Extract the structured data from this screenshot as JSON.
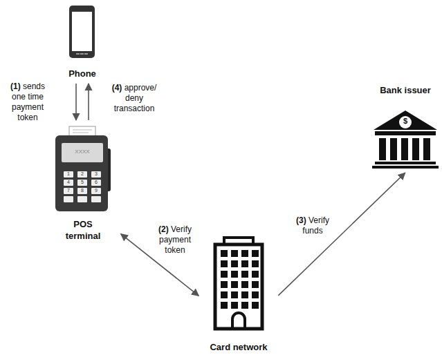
{
  "diagram": {
    "nodes": [
      {
        "text": [
          "Phone"
        ]
      },
      {
        "text": [
          "POS terminal"
        ]
      },
      {
        "text": [
          "Card network"
        ]
      },
      {
        "text": [
          "Bank issuer"
        ]
      }
    ],
    "edges": [
      {
        "from": 0,
        "to": 1,
        "label": "(1) sends one time payment token",
        "arrow": "to"
      },
      {
        "from": 1,
        "to": 0,
        "label": "(4) approve/ deny transaction",
        "arrow": "to"
      },
      {
        "from": 1,
        "to": 2,
        "label": "(2) Verify payment token",
        "arrow": "both"
      },
      {
        "from": 2,
        "to": 3,
        "label": "(3) Verify funds",
        "arrow": "to"
      }
    ],
    "labels": [
      "XXXX",
      "1",
      "2",
      "3",
      "4",
      "5",
      "6",
      "7",
      "8",
      "9",
      "$"
    ]
  }
}
